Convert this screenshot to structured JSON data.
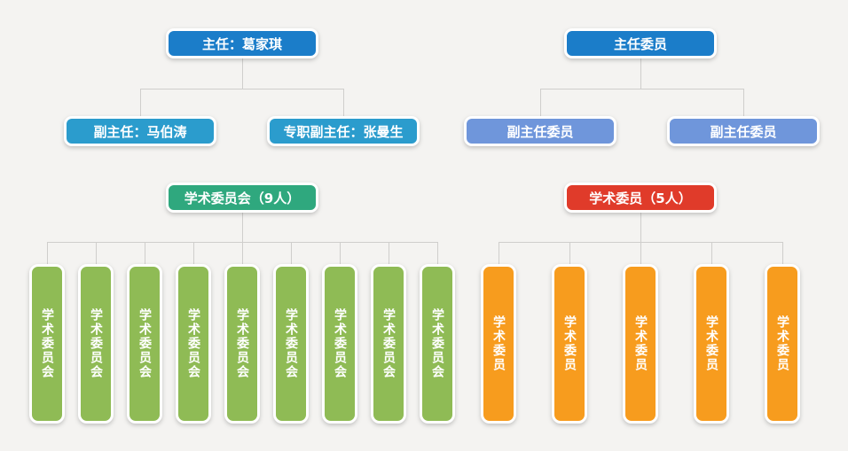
{
  "colors": {
    "background": "#f4f3f1",
    "connector_line": "#cfcecc",
    "director_blue": "#1b7dc9",
    "deputy_teal": "#2b9ccd",
    "deputy_periwinkle": "#6f96db",
    "committee_green": "#2fa87e",
    "committee_red": "#e03b2a",
    "leaf_green": "#8fbb55",
    "leaf_orange": "#f79c1e",
    "node_text": "#ffffff"
  },
  "tree1": {
    "root": {
      "label": "主任：葛家琪"
    },
    "children": [
      {
        "label": "副主任：马伯涛"
      },
      {
        "label": "专职副主任：张曼生"
      }
    ]
  },
  "tree2": {
    "root": {
      "label": "主任委员"
    },
    "children": [
      {
        "label": "副主任委员"
      },
      {
        "label": "副主任委员"
      }
    ]
  },
  "tree3": {
    "root": {
      "label": "学术委员会（9人）"
    },
    "leaf_count": 9,
    "leaves": [
      "学术委员会",
      "学术委员会",
      "学术委员会",
      "学术委员会",
      "学术委员会",
      "学术委员会",
      "学术委员会",
      "学术委员会",
      "学术委员会"
    ]
  },
  "tree4": {
    "root": {
      "label": "学术委员（5人）"
    },
    "leaf_count": 5,
    "leaves": [
      "学术委员",
      "学术委员",
      "学术委员",
      "学术委员",
      "学术委员"
    ]
  }
}
